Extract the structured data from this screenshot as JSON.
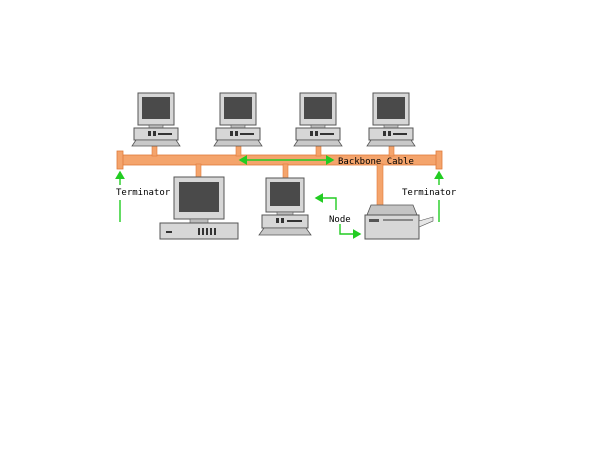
{
  "labels": {
    "backbone": "Backbone Cable",
    "terminator_left": "Terminator",
    "terminator_right": "Terminator",
    "node": "Node"
  },
  "colors": {
    "cable": "#f4a46c",
    "cable_edge": "#e07a3a",
    "arrow": "#22cc22",
    "case": "#d7d7d7",
    "case_dark": "#8c8c8c",
    "screen": "#4a4a4a",
    "text": "#000000"
  },
  "icons": [
    "desktop-computer-icon",
    "tower-computer-icon",
    "printer-icon",
    "terminator-icon"
  ]
}
